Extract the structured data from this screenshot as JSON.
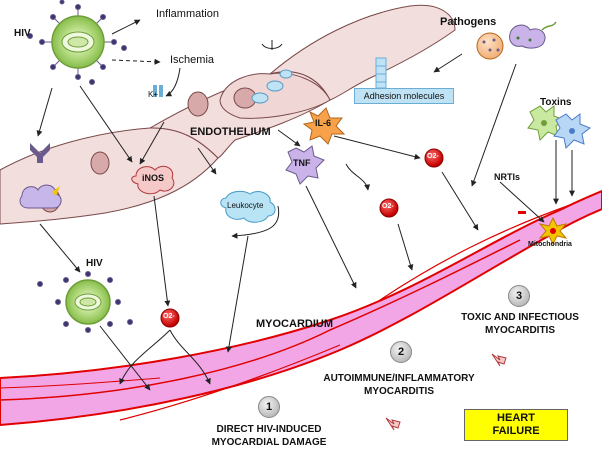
{
  "labels": {
    "hiv_top": "HIV",
    "inflammation": "Inflammation",
    "ischemia": "Ischemia",
    "k_plus": "K+",
    "endothelium": "ENDOTHELIUM",
    "il6": "IL-6",
    "tnf": "TNF",
    "inos": "iNOS",
    "leukocyte": "Leukocyte",
    "hiv_bottom": "HIV",
    "pathogens": "Pathogens",
    "adhesion": "Adhesion molecules",
    "toxins": "Toxins",
    "nrtis": "NRTIs",
    "mitochondria": "Mitochondria",
    "superoxide": "O2-",
    "myocardium": "MYOCARDIUM",
    "heart_failure_line1": "HEART",
    "heart_failure_line2": "FAILURE"
  },
  "pathways": [
    {
      "number": "1",
      "line1": "DIRECT HIV-INDUCED",
      "line2": "MYOCARDIAL DAMAGE"
    },
    {
      "number": "2",
      "line1": "AUTOIMMUNE/INFLAMMATORY",
      "line2": "MYOCARDITIS"
    },
    {
      "number": "3",
      "line1": "TOXIC AND INFECTIOUS",
      "line2": "MYOCARDITIS"
    }
  ],
  "colors": {
    "endothelial_cell": "#f3dede",
    "nucleus": "#d8a9a9",
    "myocardium_fill": "#f2a6e6",
    "myocardium_stroke": "#e00000",
    "superoxide": "#e00000",
    "heart_failure_box": "#ffff00",
    "hiv_virion": "#9fcf63",
    "tnf": "#c9b3e8",
    "il6": "#f7a24a",
    "leukocyte": "#b8e4f5",
    "inos": "#f6c9c9"
  }
}
